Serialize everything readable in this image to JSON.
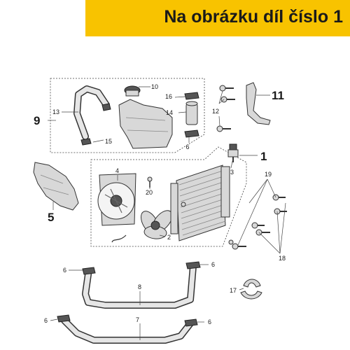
{
  "banner": {
    "text": "Na obrázku díl číslo 1",
    "color": "#f8c300"
  },
  "callouts": {
    "c1": "1",
    "c2": "2",
    "c3": "3",
    "c4": "4",
    "c5": "5",
    "c6a": "6",
    "c6b": "6",
    "c6c": "6",
    "c6d": "6",
    "c6e": "6",
    "c7": "7",
    "c8": "8",
    "c9": "9",
    "c10": "10",
    "c11": "11",
    "c12": "12",
    "c13": "13",
    "c14": "14",
    "c15": "15",
    "c16": "16",
    "c17": "17",
    "c18": "18",
    "c19": "19",
    "c20": "20"
  }
}
